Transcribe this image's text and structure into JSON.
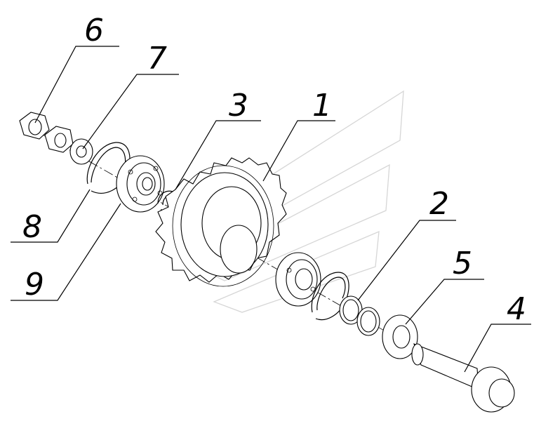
{
  "callouts": [
    {
      "id": "part-1",
      "label": "1"
    },
    {
      "id": "part-2",
      "label": "2"
    },
    {
      "id": "part-3",
      "label": "3"
    },
    {
      "id": "part-4",
      "label": "4"
    },
    {
      "id": "part-5",
      "label": "5"
    },
    {
      "id": "part-6",
      "label": "6"
    },
    {
      "id": "part-7",
      "label": "7"
    },
    {
      "id": "part-8",
      "label": "8"
    },
    {
      "id": "part-9",
      "label": "9"
    }
  ],
  "colors": {
    "line": "#000000",
    "watermark": "#d6d6d6",
    "background": "#ffffff"
  }
}
